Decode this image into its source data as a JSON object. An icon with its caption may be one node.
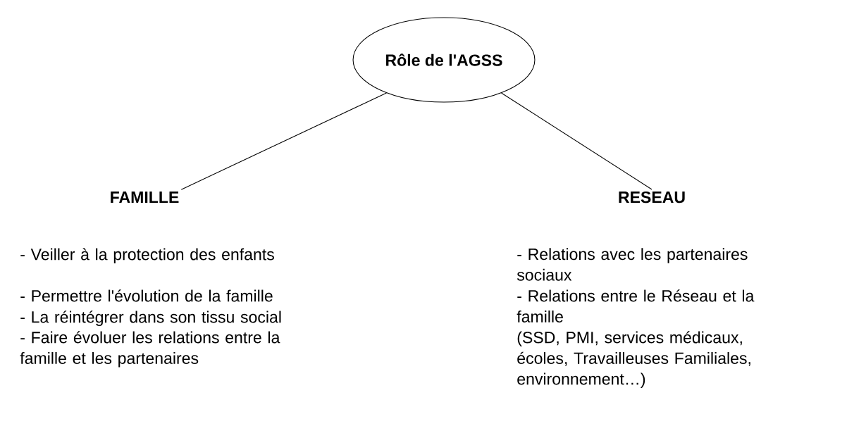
{
  "diagram": {
    "nodes": [
      {
        "text": [
          "Rôle de l'AGSS"
        ]
      },
      {
        "text": [
          "FAMILLE"
        ],
        "beside": [
          "- Veiller à la protection des enfants",
          "- Permettre l'évolution de la famille",
          "- La réintégrer dans son tissu social",
          "- Faire évoluer les relations entre la famille et les partenaires"
        ]
      },
      {
        "text": [
          "RESEAU"
        ],
        "beside": [
          "- Relations avec les partenaires sociaux",
          "- Relations entre le Réseau et la famille",
          "(SSD, PMI, services médicaux, écoles, Travailleuses Familiales, environnement…)"
        ]
      }
    ],
    "edges": [
      {
        "from": 0,
        "to": 1,
        "arrow": "none"
      },
      {
        "from": 0,
        "to": 2,
        "arrow": "none"
      }
    ]
  }
}
